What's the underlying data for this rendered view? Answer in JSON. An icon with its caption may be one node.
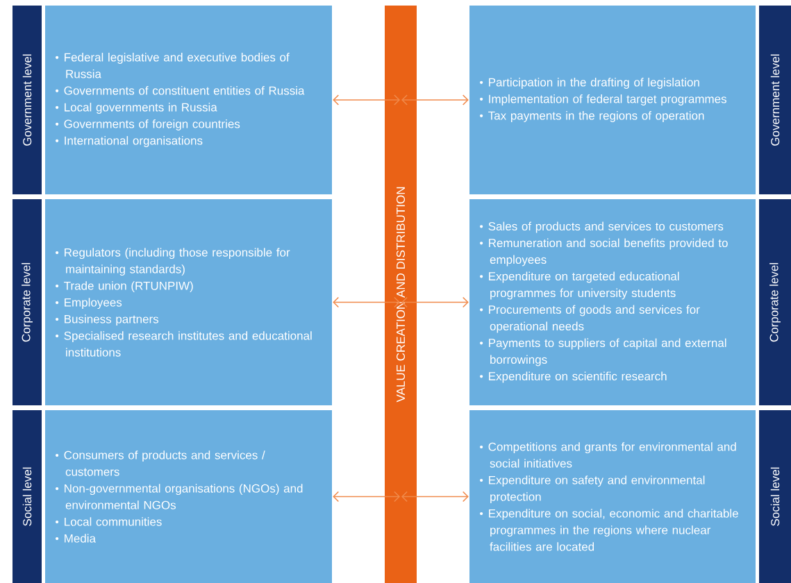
{
  "diagram": {
    "nodes": [
      {
        "text": [
          "Government level"
        ]
      },
      {
        "text": [
          "Federal legislative and executive bodies of Russia",
          "Governments of constituent entities of Russia",
          "Local governments in Russia",
          "Governments of foreign countries",
          "International organisations"
        ]
      },
      {
        "text": [
          "VALUE CREATION AND DISTRIBUTION"
        ]
      },
      {
        "text": [
          "Participation in the drafting of legislation",
          "Implementation of federal target programmes",
          "Tax payments in the regions of operation"
        ]
      },
      {
        "text": [
          "Government level"
        ]
      },
      {
        "text": [
          "Corporate level"
        ]
      },
      {
        "text": [
          "Regulators (including those responsible for maintaining standards)",
          "Trade union (RTUNPIW)",
          "Employees",
          "Business partners",
          "Specialised research institutes and educational institutions"
        ]
      },
      {
        "text": [
          "Sales of products and services to customers",
          "Remuneration and social benefits provided to employees",
          "Expenditure on targeted educational programmes for university students",
          "Procurements of goods and services for operational needs",
          "Payments to suppliers of capital and external borrowings",
          "Expenditure on scientific research"
        ]
      },
      {
        "text": [
          "Corporate level"
        ]
      },
      {
        "text": [
          "Social level"
        ]
      },
      {
        "text": [
          "Consumers of products and services / customers",
          "Non-governmental organisations (NGOs) and environmental NGOs",
          "Local communities",
          "Media"
        ]
      },
      {
        "text": [
          "Competitions and grants for environmental and social initiatives",
          "Expenditure on safety and environmental protection",
          "Expenditure on social, economic and charitable programmes in the regions where nuclear facilities are located"
        ]
      },
      {
        "text": [
          "Social level"
        ]
      }
    ],
    "edges": [
      {
        "from": 1,
        "to": 2,
        "arrow": "both"
      },
      {
        "from": 2,
        "to": 3,
        "arrow": "both"
      },
      {
        "from": 6,
        "to": 2,
        "arrow": "both"
      },
      {
        "from": 2,
        "to": 7,
        "arrow": "both"
      },
      {
        "from": 10,
        "to": 2,
        "arrow": "both"
      },
      {
        "from": 2,
        "to": 11,
        "arrow": "both"
      }
    ]
  }
}
